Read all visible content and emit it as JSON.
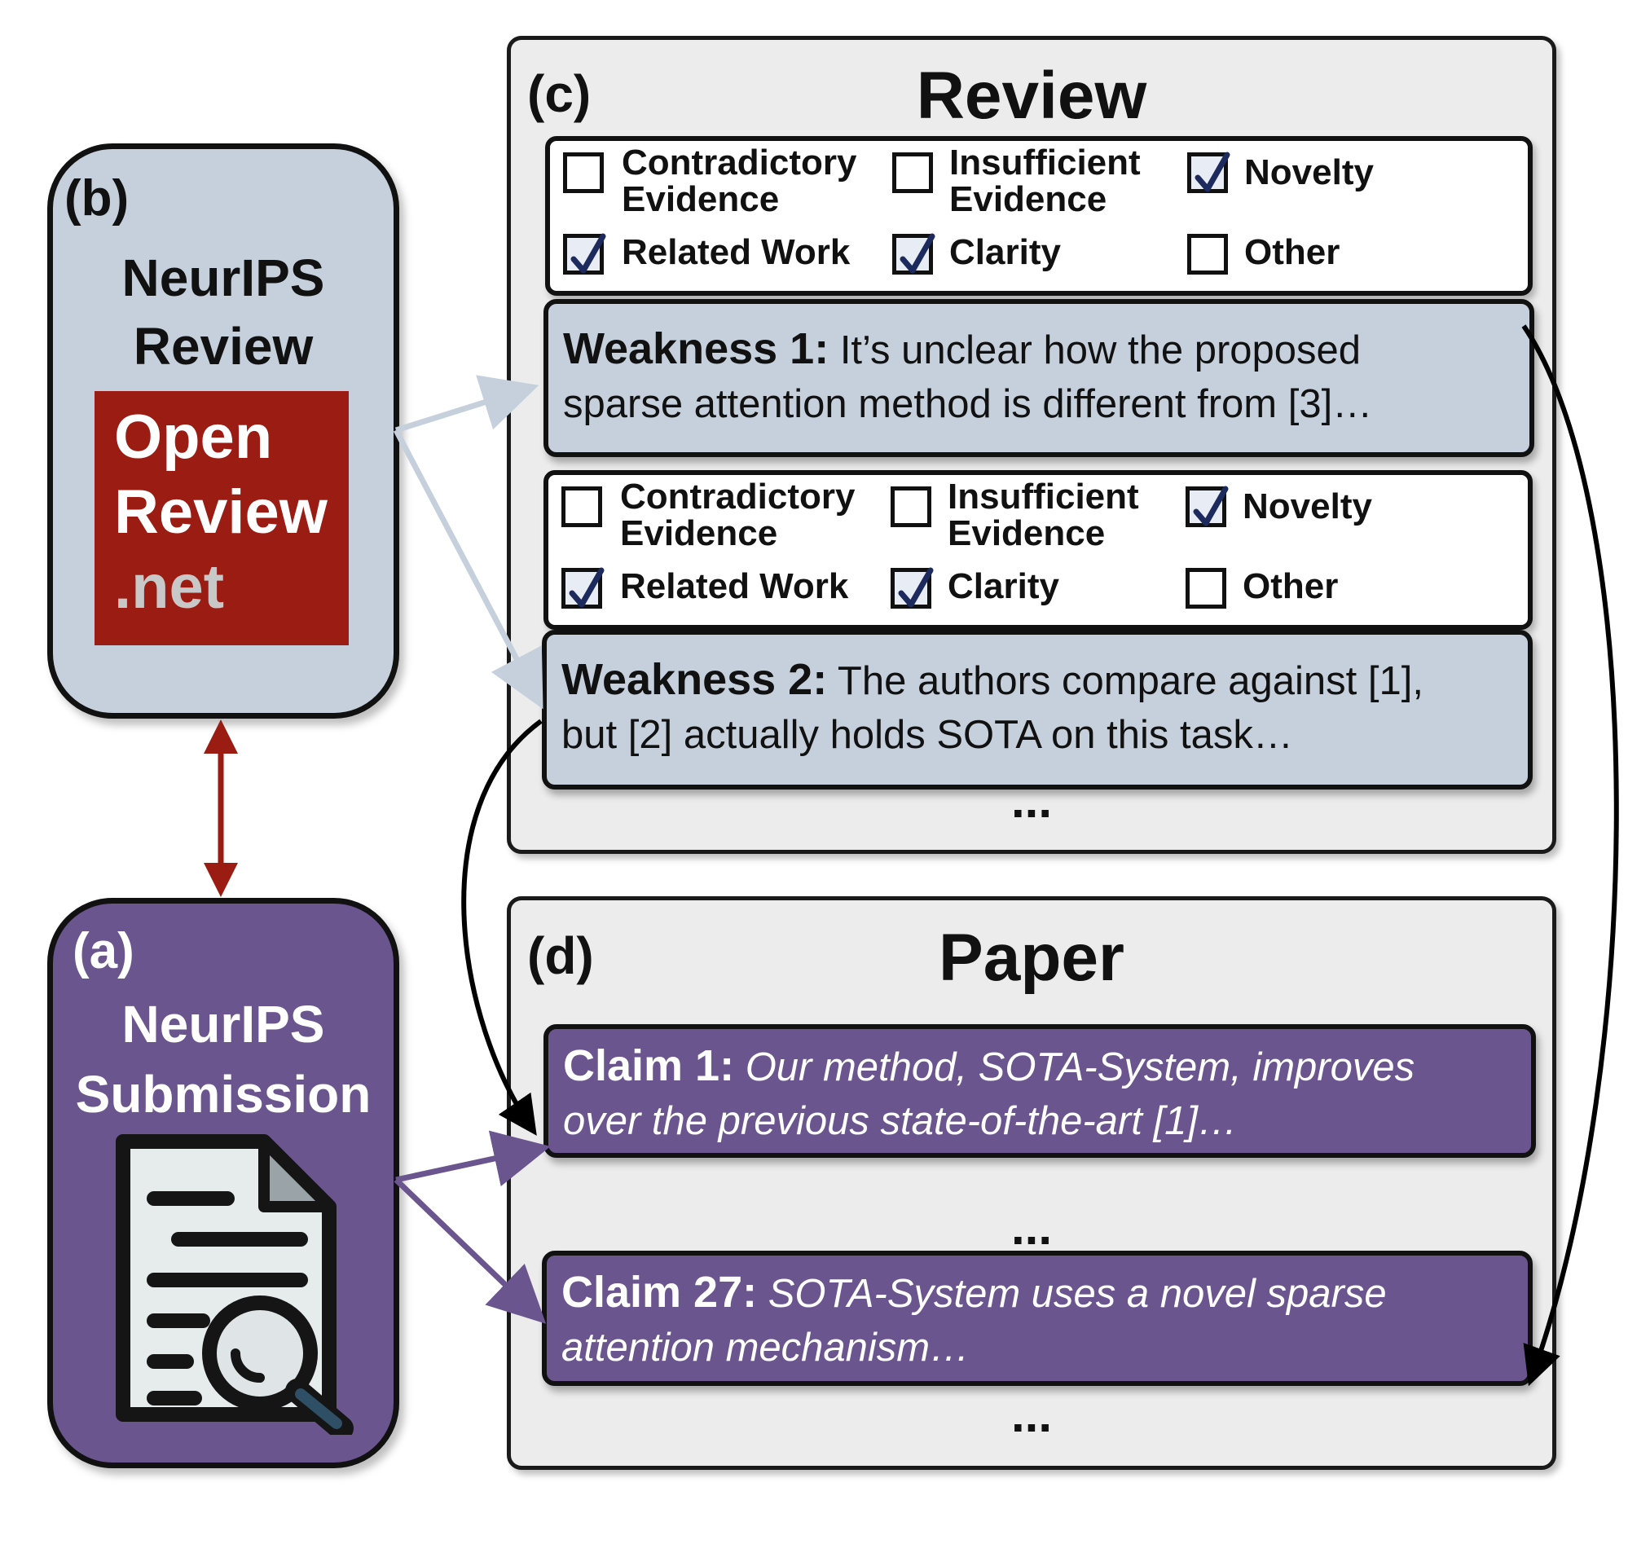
{
  "panel_b": {
    "letter": "(b)",
    "heading_lines": [
      "NeurIPS",
      "Review"
    ],
    "logo": {
      "line1": "Open",
      "line2": "Review",
      "line3": ".net"
    }
  },
  "panel_a": {
    "letter": "(a)",
    "heading_lines": [
      "NeurIPS",
      "Submission"
    ],
    "icon": "document-search-icon"
  },
  "panel_c": {
    "letter": "(c)",
    "title": "Review",
    "checklists": [
      {
        "items": [
          {
            "label_lines": [
              "Contradictory",
              "Evidence"
            ],
            "checked": false
          },
          {
            "label_lines": [
              "Insufficient",
              "Evidence"
            ],
            "checked": false
          },
          {
            "label_lines": [
              "Novelty"
            ],
            "checked": true
          },
          {
            "label_lines": [
              "Related Work"
            ],
            "checked": true
          },
          {
            "label_lines": [
              "Clarity"
            ],
            "checked": true
          },
          {
            "label_lines": [
              "Other"
            ],
            "checked": false
          }
        ]
      },
      {
        "items": [
          {
            "label_lines": [
              "Contradictory",
              "Evidence"
            ],
            "checked": false
          },
          {
            "label_lines": [
              "Insufficient",
              "Evidence"
            ],
            "checked": false
          },
          {
            "label_lines": [
              "Novelty"
            ],
            "checked": true
          },
          {
            "label_lines": [
              "Related Work"
            ],
            "checked": true
          },
          {
            "label_lines": [
              "Clarity"
            ],
            "checked": true
          },
          {
            "label_lines": [
              "Other"
            ],
            "checked": false
          }
        ]
      }
    ],
    "weaknesses": [
      {
        "lead": "Weakness 1:",
        "line1": " It’s unclear how the proposed",
        "line2": "sparse attention method is different from [3]…"
      },
      {
        "lead": "Weakness 2:",
        "line1": " The authors compare against [1],",
        "line2": "but [2] actually holds SOTA on this task…"
      }
    ],
    "ellipsis": "..."
  },
  "panel_d": {
    "letter": "(d)",
    "title": "Paper",
    "claims": [
      {
        "lead": "Claim 1:",
        "line1": " Our method, SOTA-System, improves",
        "line2": "over the previous state-of-the-art [1]…"
      },
      {
        "lead": "Claim 27:",
        "line1": " SOTA-System uses a novel sparse",
        "line2": "attention mechanism…"
      }
    ],
    "ellipsis_mid": "...",
    "ellipsis_end": "..."
  },
  "colors": {
    "review_blue": "#c5d0dc",
    "submission_purple": "#6a558e",
    "openreview_red": "#9b1c13",
    "link_red": "#9b1c13",
    "arrow_blue": "#c5d0dc",
    "arrow_purple": "#6a558e",
    "check_navy": "#1c2a5e"
  }
}
